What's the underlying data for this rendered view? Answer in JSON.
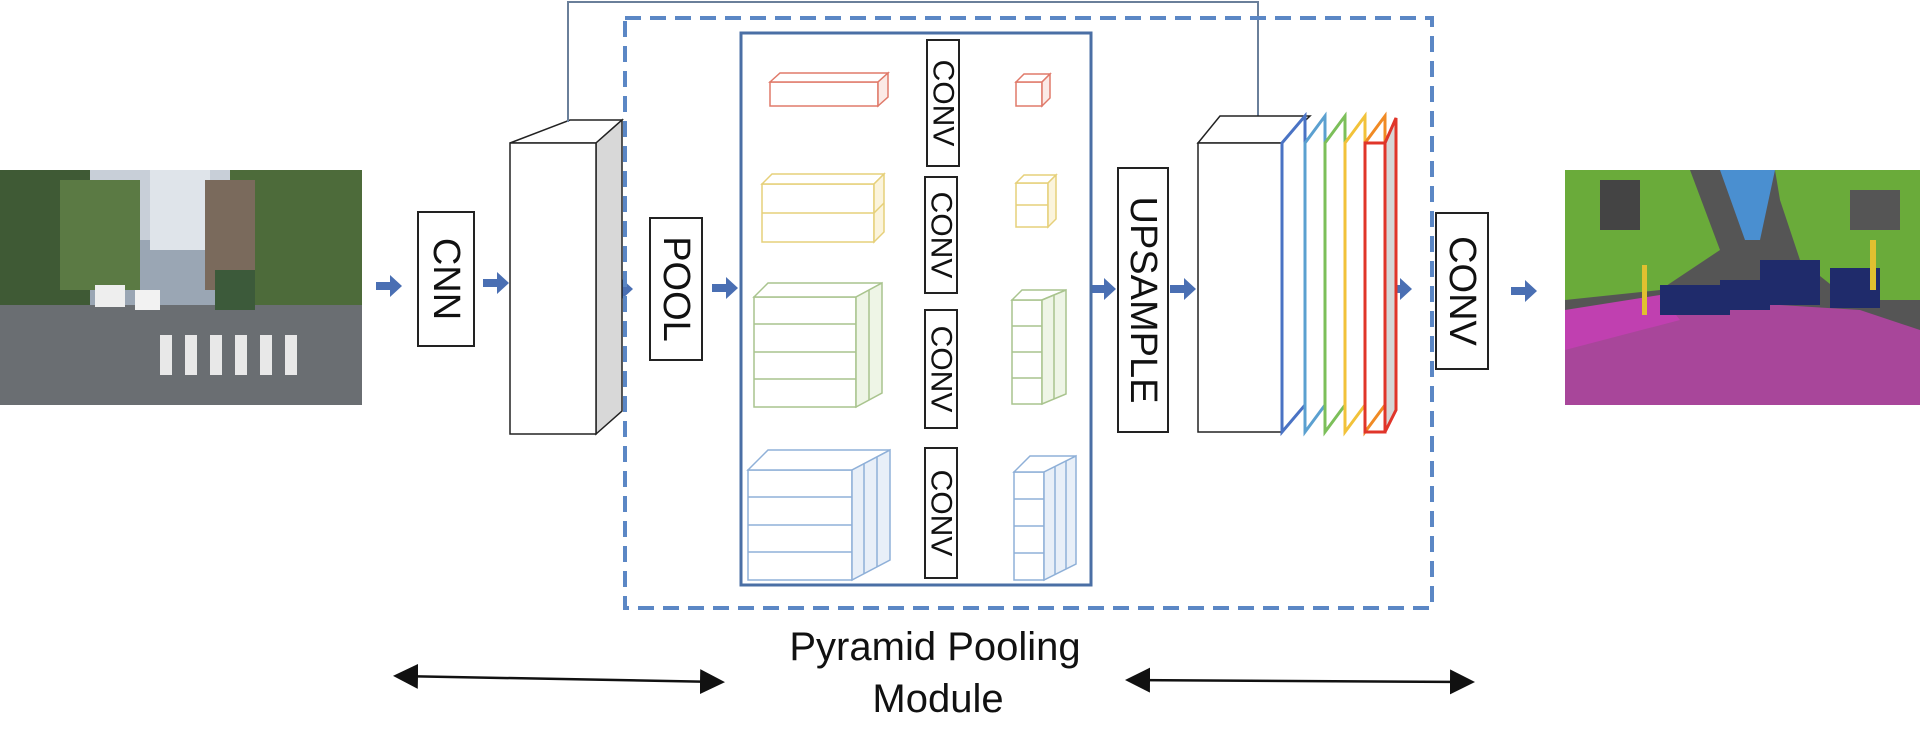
{
  "labels": {
    "cnn": "CNN",
    "pool": "POOL",
    "conv": "CONV",
    "upsample": "UPSAMPLE",
    "final_conv": "CONV"
  },
  "module_caption": {
    "line1": "Pyramid Pooling",
    "line2": "Module"
  },
  "colors": {
    "arrow": "#4a6fb3",
    "module_border_dashed": "#5b87c5",
    "inner_box_border": "#4a6fa5",
    "pyramid_levels": [
      "#e07a6a",
      "#e6d07a",
      "#a9c48e",
      "#8fb0d8"
    ],
    "concat_stripes": [
      "#4a73c4",
      "#5ba0d0",
      "#7cbf5a",
      "#f2c23a",
      "#f08a24",
      "#e0352a"
    ],
    "segmentation": {
      "vegetation": "#6aab3a",
      "sky": "#4a8fd0",
      "building": "#555555",
      "road": "#a8469a",
      "vehicle": "#1f2b6b",
      "sidewalk": "#c040b0"
    }
  },
  "icons": {
    "input": "street-photo-icon",
    "output": "segmentation-map-icon"
  }
}
